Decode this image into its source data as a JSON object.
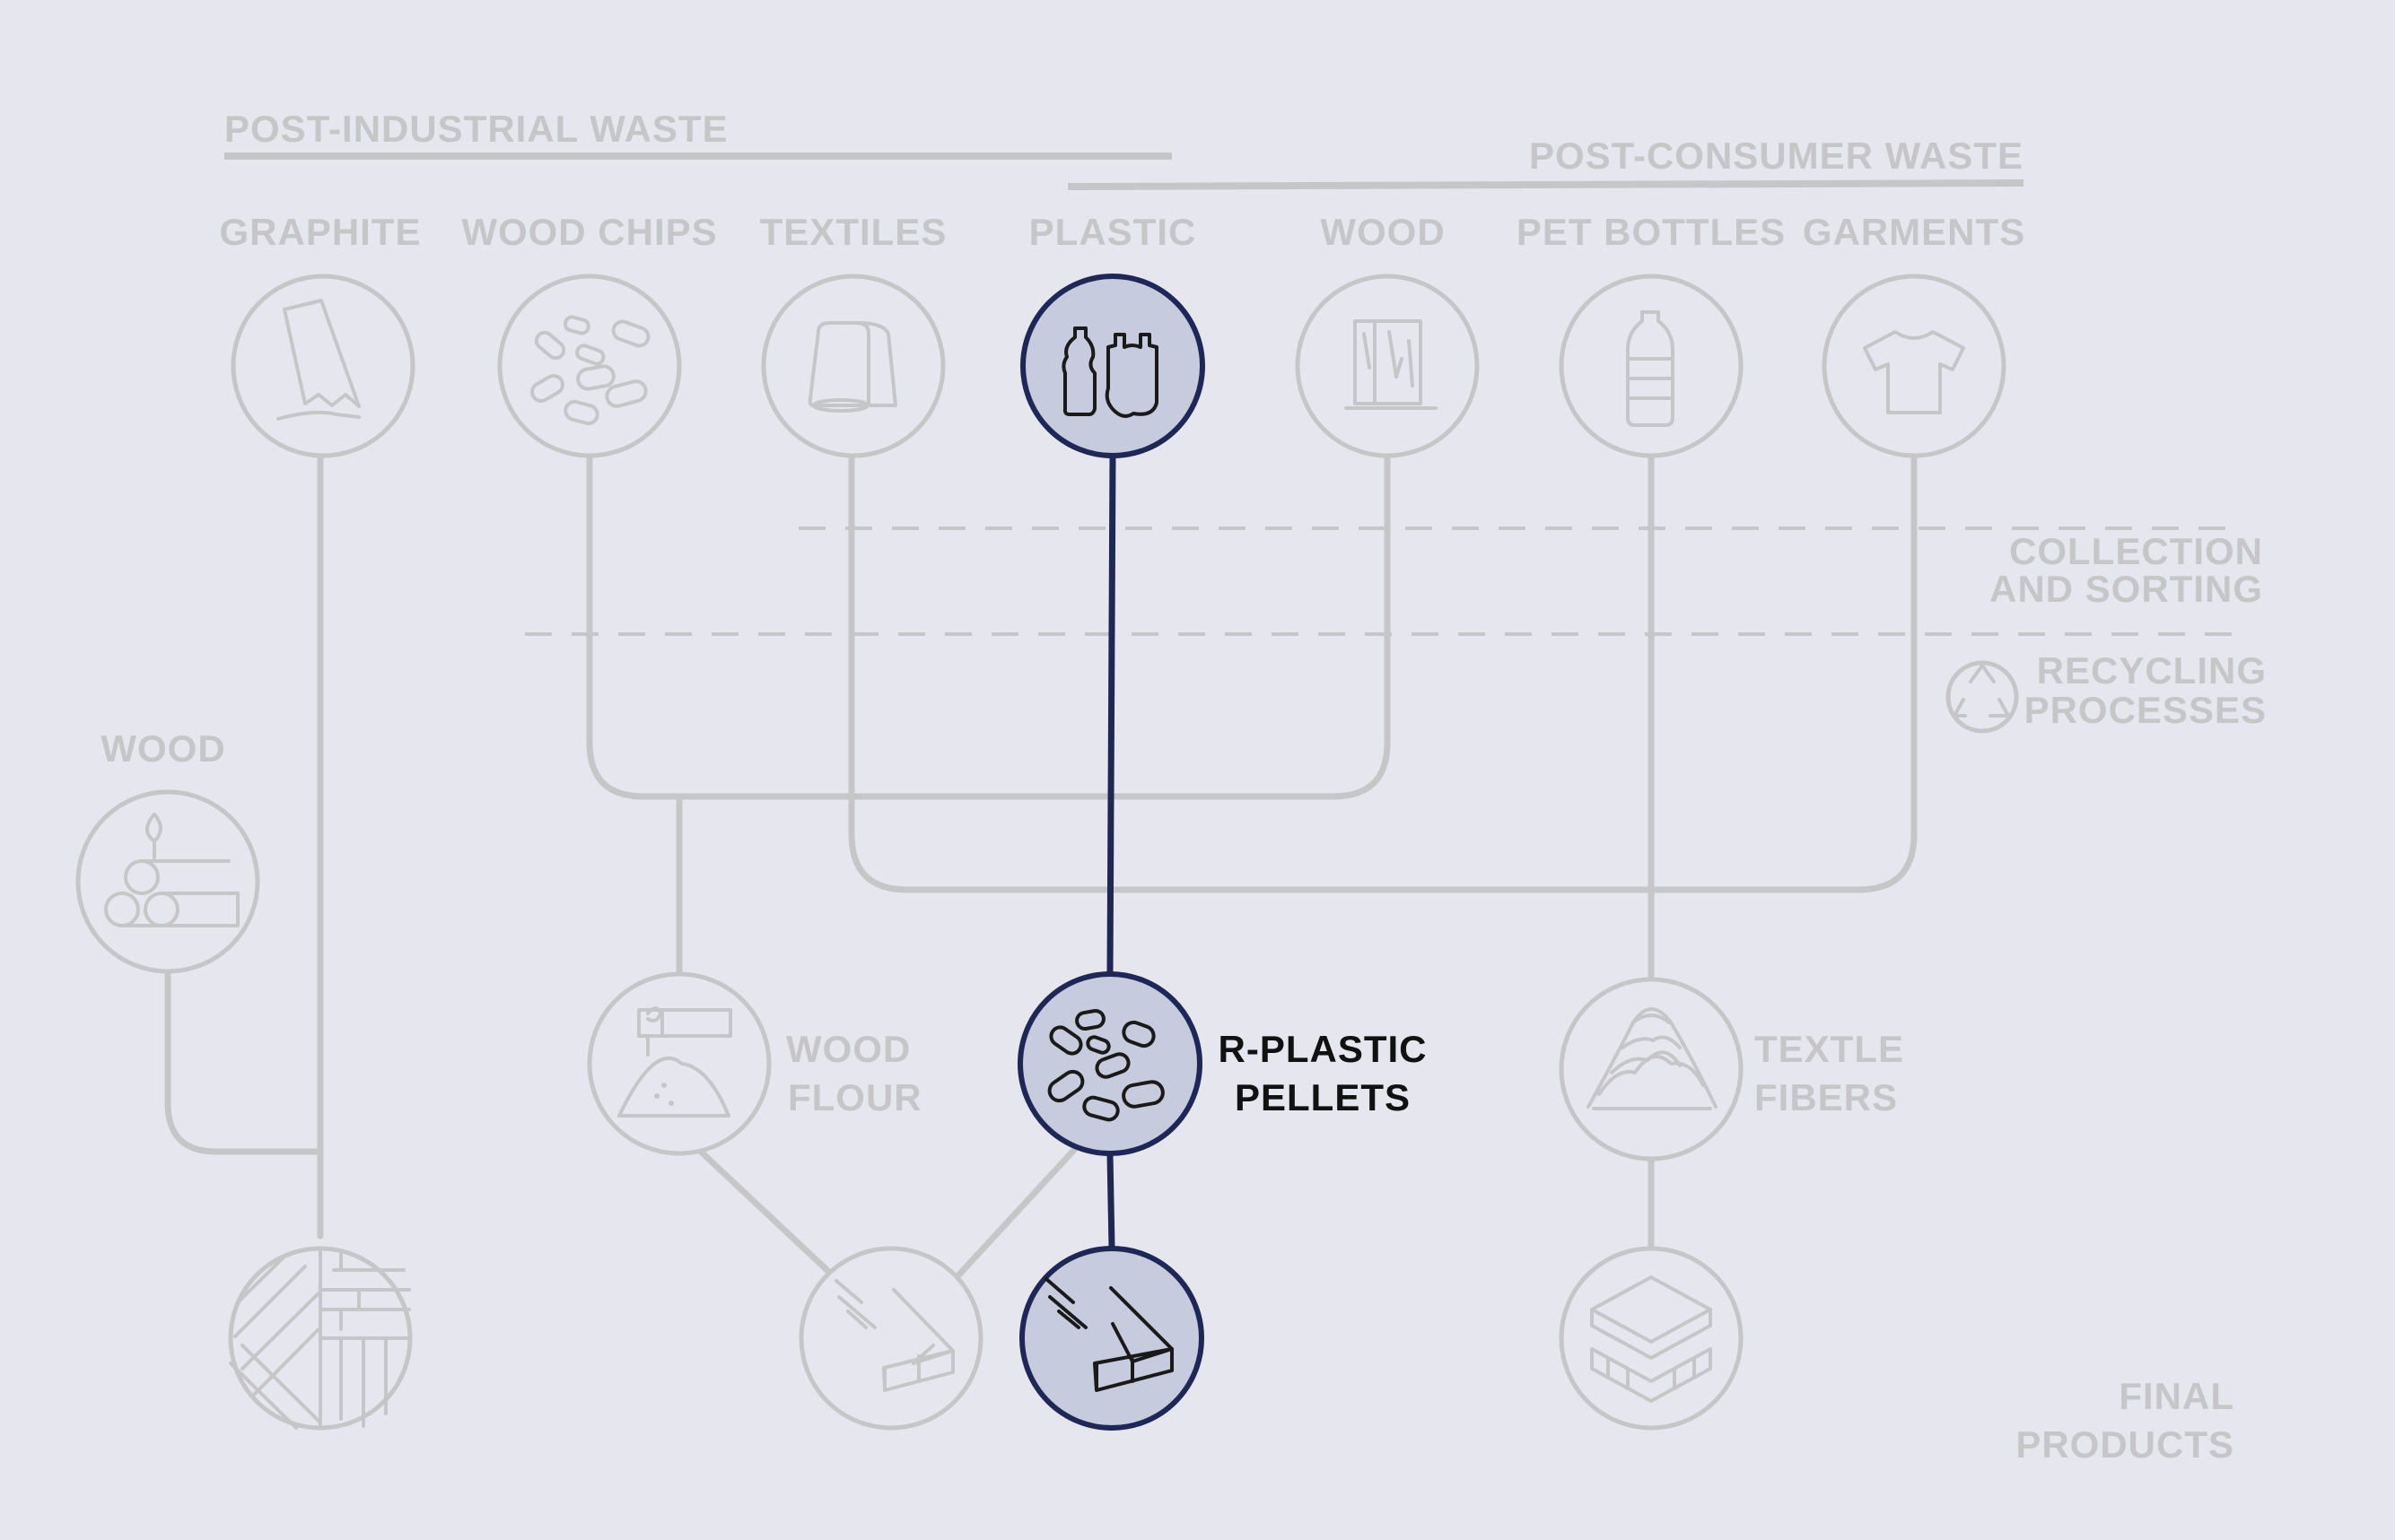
{
  "headers": {
    "post_industrial": "POST-INDUSTRIAL WASTE",
    "post_consumer": "POST-CONSUMER WASTE"
  },
  "sources": {
    "graphite": "GRAPHITE",
    "wood_chips": "WOOD CHIPS",
    "textiles": "TEXTILES",
    "plastic": "PLASTIC",
    "wood": "WOOD",
    "pet_bottles": "PET BOTTLES",
    "garments": "GARMENTS"
  },
  "stages": {
    "collection_line1": "COLLECTION",
    "collection_line2": "AND SORTING",
    "recycling_line1": "RECYCLING",
    "recycling_line2": "PROCESSES",
    "final_line1": "FINAL",
    "final_line2": "PRODUCTS"
  },
  "intermediates": {
    "wood_left": "WOOD",
    "wood_flour_line1": "WOOD",
    "wood_flour_line2": "FLOUR",
    "r_plastic_line1": "R-PLASTIC",
    "r_plastic_line2": "PELLETS",
    "textile_fibers_line1": "TEXTLE",
    "textile_fibers_line2": "FIBERS"
  },
  "colors": {
    "background": "#e6e7ee",
    "inactive": "#c6c6c9",
    "highlight_stroke": "#1f2757",
    "highlight_fill": "#c6cbde"
  },
  "icons": {
    "graphite": "pencil-icon",
    "wood_chips": "chips-icon",
    "textiles": "fabric-roll-icon",
    "plastic": "bottle-and-bag-icon",
    "wood": "wood-door-icon",
    "pet_bottles": "bottle-icon",
    "garments": "tshirt-icon",
    "wood_logs": "logs-icon",
    "wood_flour": "sawdust-icon",
    "r_plastic": "pellets-icon",
    "textile_fibers": "fibers-icon",
    "flooring": "parquet-icon",
    "decking": "decking-boards-icon",
    "decking_highlight": "decking-boards-icon",
    "insulation": "layers-icon",
    "recycling": "recycle-icon"
  }
}
